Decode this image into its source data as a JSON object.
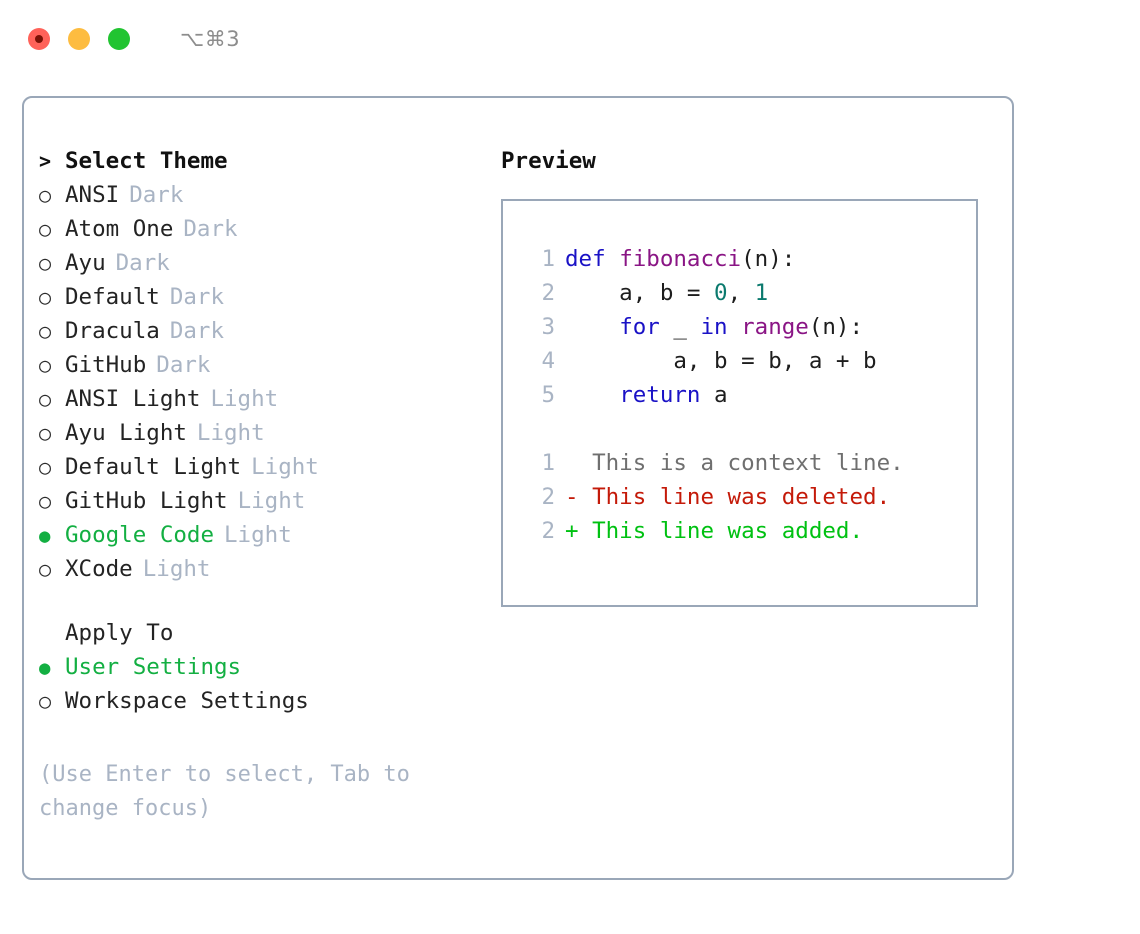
{
  "titlebar": {
    "shortcut": "⌥⌘3",
    "buttons": [
      {
        "name": "close",
        "color": "#ff6259"
      },
      {
        "name": "minimize",
        "color": "#fdbc40"
      },
      {
        "name": "maximize",
        "color": "#21c431"
      }
    ]
  },
  "theme_picker": {
    "header_marker": ">",
    "header_label": "Select Theme",
    "marker_unselected": "○",
    "marker_selected": "●",
    "items": [
      {
        "marker": "○",
        "name": "ANSI",
        "variant": "Dark",
        "selected": false
      },
      {
        "marker": "○",
        "name": "Atom One",
        "variant": "Dark",
        "selected": false
      },
      {
        "marker": "○",
        "name": "Ayu",
        "variant": "Dark",
        "selected": false
      },
      {
        "marker": "○",
        "name": "Default",
        "variant": "Dark",
        "selected": false
      },
      {
        "marker": "○",
        "name": "Dracula",
        "variant": "Dark",
        "selected": false
      },
      {
        "marker": "○",
        "name": "GitHub",
        "variant": "Dark",
        "selected": false
      },
      {
        "marker": "○",
        "name": "ANSI Light",
        "variant": "Light",
        "selected": false
      },
      {
        "marker": "○",
        "name": "Ayu Light",
        "variant": "Light",
        "selected": false
      },
      {
        "marker": "○",
        "name": "Default Light",
        "variant": "Light",
        "selected": false
      },
      {
        "marker": "○",
        "name": "GitHub Light",
        "variant": "Light",
        "selected": false
      },
      {
        "marker": "●",
        "name": "Google Code",
        "variant": "Light",
        "selected": true
      },
      {
        "marker": "○",
        "name": "XCode",
        "variant": "Light",
        "selected": false
      }
    ]
  },
  "apply_to": {
    "header_marker": " ",
    "header_label": "Apply To",
    "items": [
      {
        "marker": "●",
        "name": "User Settings",
        "selected": true
      },
      {
        "marker": "○",
        "name": "Workspace Settings",
        "selected": false
      }
    ]
  },
  "help": {
    "text": "(Use Enter to select, Tab to change focus)"
  },
  "preview": {
    "heading": "Preview",
    "code_lines": [
      {
        "number": "1",
        "tokens": [
          {
            "text": "def ",
            "kind": "kw"
          },
          {
            "text": "fibonacci",
            "kind": "fn"
          },
          {
            "text": "(n):",
            "kind": "plain"
          }
        ]
      },
      {
        "number": "2",
        "tokens": [
          {
            "text": "    a, b = ",
            "kind": "plain"
          },
          {
            "text": "0",
            "kind": "num"
          },
          {
            "text": ", ",
            "kind": "plain"
          },
          {
            "text": "1",
            "kind": "num"
          }
        ]
      },
      {
        "number": "3",
        "tokens": [
          {
            "text": "    ",
            "kind": "plain"
          },
          {
            "text": "for",
            "kind": "kw"
          },
          {
            "text": " _ ",
            "kind": "plain"
          },
          {
            "text": "in",
            "kind": "kw"
          },
          {
            "text": " ",
            "kind": "plain"
          },
          {
            "text": "range",
            "kind": "fn"
          },
          {
            "text": "(n):",
            "kind": "plain"
          }
        ]
      },
      {
        "number": "4",
        "tokens": [
          {
            "text": "        a, b = b, a + b",
            "kind": "plain"
          }
        ]
      },
      {
        "number": "5",
        "tokens": [
          {
            "text": "    ",
            "kind": "plain"
          },
          {
            "text": "return",
            "kind": "kw"
          },
          {
            "text": " a",
            "kind": "plain"
          }
        ]
      }
    ],
    "diff_lines": [
      {
        "number": "1",
        "prefix": "  ",
        "text": "This is a context line.",
        "kind": "ctx"
      },
      {
        "number": "2",
        "prefix": "- ",
        "text": "This line was deleted.",
        "kind": "del"
      },
      {
        "number": "2",
        "prefix": "+ ",
        "text": "This line was added.",
        "kind": "add"
      }
    ]
  },
  "colors": {
    "accent_green": "#13af42",
    "muted": "#a9b4c4",
    "border": "#9aa7b8",
    "keyword": "#1a12c6",
    "function": "#8a1585",
    "number": "#0b7a6e",
    "diff_delete": "#c41a09",
    "diff_add": "#00c112"
  }
}
